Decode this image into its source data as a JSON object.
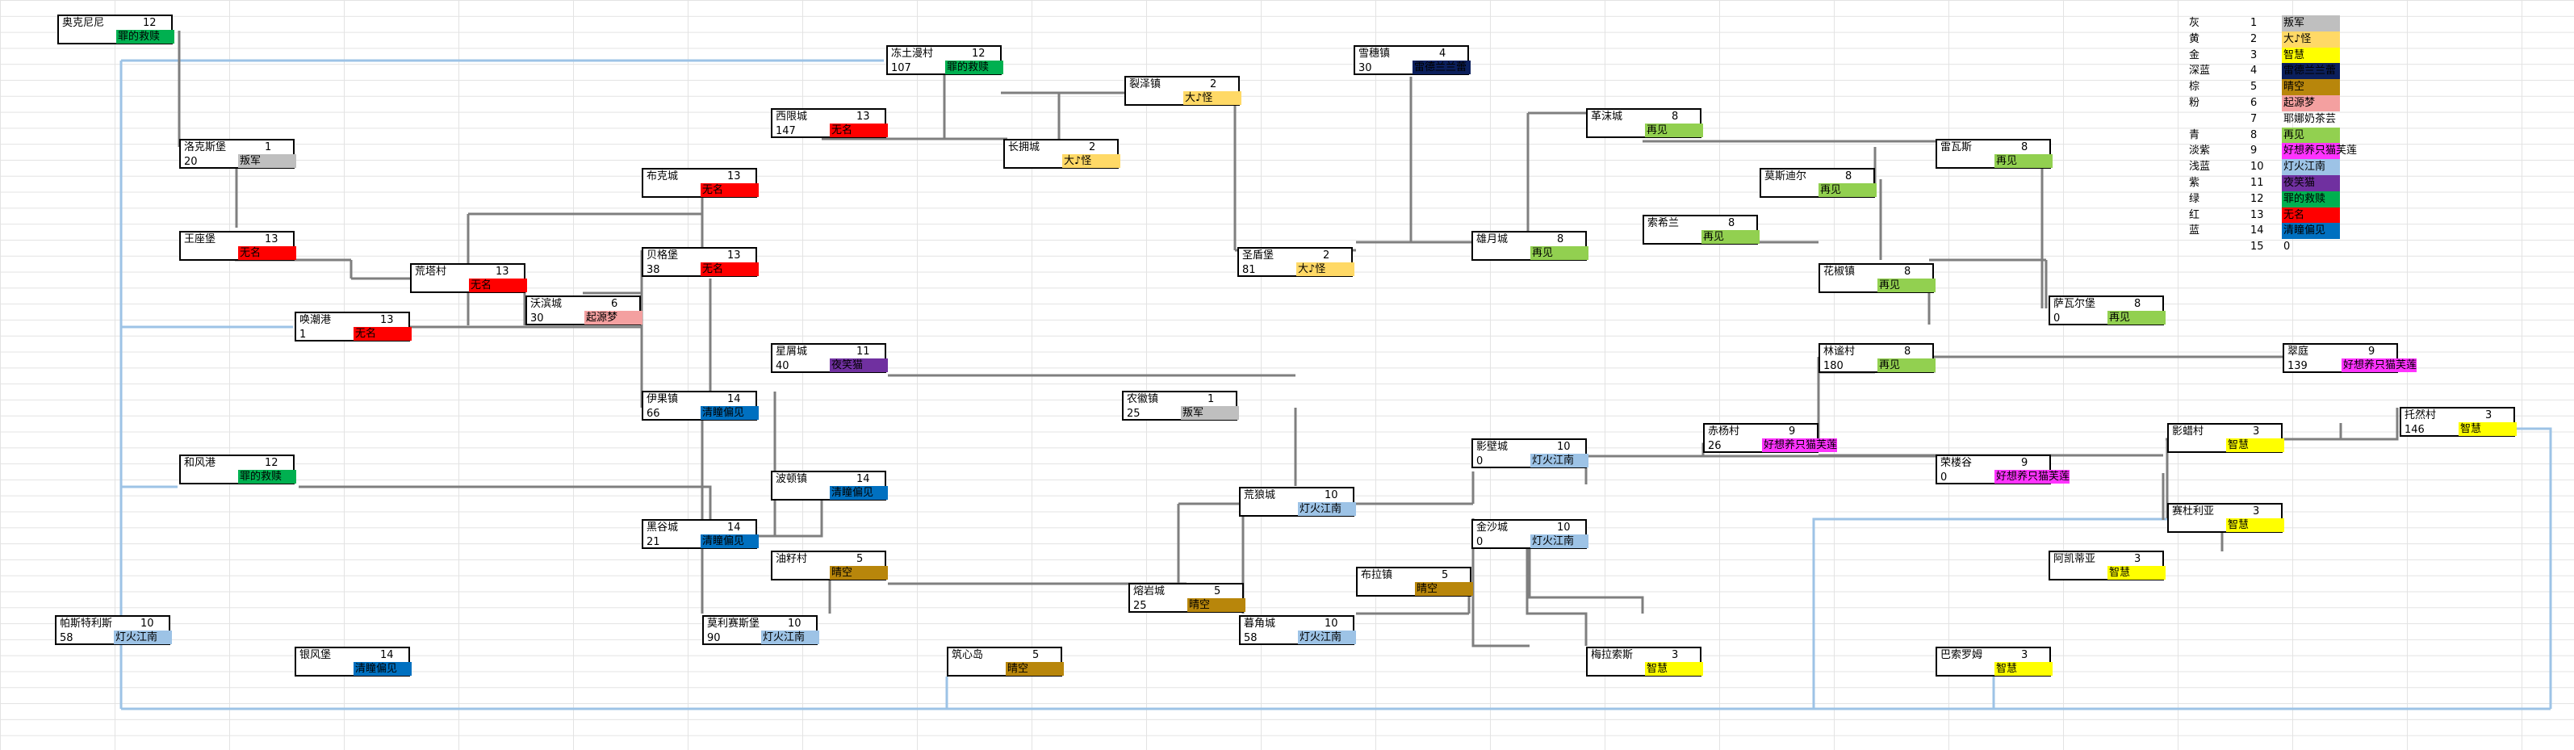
{
  "colors": {
    "gray": "#bfbfbf",
    "yellow_light": "#ffd966",
    "yellow": "#ffff00",
    "navy": "#0b1f5c",
    "gold": "#b8860b",
    "pink": "#f4a0a0",
    "green_light": "#92d050",
    "magenta": "#ff33ff",
    "light_blue": "#9dc3e6",
    "purple": "#7030a0",
    "green": "#00b050",
    "red": "#ff0000",
    "blue": "#0070c0"
  },
  "legend": [
    {
      "color_name": "灰",
      "num": "1",
      "faction": "叛军",
      "bg": "#bfbfbf",
      "fg": "#000"
    },
    {
      "color_name": "黄",
      "num": "2",
      "faction": "大♪怪",
      "bg": "#ffd966",
      "fg": "#000"
    },
    {
      "color_name": "金",
      "num": "3",
      "faction": "智慧",
      "bg": "#ffff00",
      "fg": "#000"
    },
    {
      "color_name": "深蓝",
      "num": "4",
      "faction": "雷德兰兰蕾",
      "bg": "#0b1f5c",
      "fg": "#000"
    },
    {
      "color_name": "棕",
      "num": "5",
      "faction": "晴空",
      "bg": "#b8860b",
      "fg": "#000"
    },
    {
      "color_name": "粉",
      "num": "6",
      "faction": "起源梦",
      "bg": "#f4a0a0",
      "fg": "#000"
    },
    {
      "color_name": "",
      "num": "7",
      "faction": "耶娜奶茶芸",
      "bg": "",
      "fg": "#000"
    },
    {
      "color_name": "青",
      "num": "8",
      "faction": "再见",
      "bg": "#92d050",
      "fg": "#000"
    },
    {
      "color_name": "淡紫",
      "num": "9",
      "faction": "好想养只猫芙莲",
      "bg": "#ff33ff",
      "fg": "#000"
    },
    {
      "color_name": "浅蓝",
      "num": "10",
      "faction": "灯火江南",
      "bg": "#9dc3e6",
      "fg": "#000"
    },
    {
      "color_name": "紫",
      "num": "11",
      "faction": "夜笑猫",
      "bg": "#7030a0",
      "fg": "#000"
    },
    {
      "color_name": "绿",
      "num": "12",
      "faction": "罪的救赎",
      "bg": "#00b050",
      "fg": "#000"
    },
    {
      "color_name": "红",
      "num": "13",
      "faction": "无名",
      "bg": "#ff0000",
      "fg": "#000"
    },
    {
      "color_name": "蓝",
      "num": "14",
      "faction": "清瞳偏见",
      "bg": "#0070c0",
      "fg": "#000"
    },
    {
      "color_name": "",
      "num": "15",
      "faction": "0",
      "bg": "",
      "fg": "#000"
    }
  ],
  "nodes": [
    {
      "name": "奥克尼尼",
      "level": "12",
      "pop": "",
      "faction": "罪的救赎",
      "bg": "#00b050"
    },
    {
      "name": "洛克斯堡",
      "level": "1",
      "pop": "20",
      "faction": "叛军",
      "bg": "#bfbfbf"
    },
    {
      "name": "王座堡",
      "level": "13",
      "pop": "",
      "faction": "无名",
      "bg": "#ff0000"
    },
    {
      "name": "荒塔村",
      "level": "13",
      "pop": "",
      "faction": "无名",
      "bg": "#ff0000"
    },
    {
      "name": "唤潮港",
      "level": "13",
      "pop": "1",
      "faction": "无名",
      "bg": "#ff0000"
    },
    {
      "name": "沃滨城",
      "level": "6",
      "pop": "30",
      "faction": "起源梦",
      "bg": "#f4a0a0"
    },
    {
      "name": "布克城",
      "level": "13",
      "pop": "",
      "faction": "无名",
      "bg": "#ff0000"
    },
    {
      "name": "贝格堡",
      "level": "13",
      "pop": "38",
      "faction": "无名",
      "bg": "#ff0000"
    },
    {
      "name": "西限城",
      "level": "13",
      "pop": "147",
      "faction": "无名",
      "bg": "#ff0000"
    },
    {
      "name": "冻土漫村",
      "level": "12",
      "pop": "107",
      "faction": "罪的救赎",
      "bg": "#00b050"
    },
    {
      "name": "裂泽镇",
      "level": "2",
      "pop": "",
      "faction": "大♪怪",
      "bg": "#ffd966"
    },
    {
      "name": "长拥城",
      "level": "2",
      "pop": "",
      "faction": "大♪怪",
      "bg": "#ffd966"
    },
    {
      "name": "星屑城",
      "level": "11",
      "pop": "40",
      "faction": "夜笑猫",
      "bg": "#7030a0"
    },
    {
      "name": "伊果镇",
      "level": "14",
      "pop": "66",
      "faction": "清瞳偏见",
      "bg": "#0070c0"
    },
    {
      "name": "和风港",
      "level": "12",
      "pop": "",
      "faction": "罪的救赎",
      "bg": "#00b050"
    },
    {
      "name": "波顿镇",
      "level": "14",
      "pop": "",
      "faction": "清瞳偏见",
      "bg": "#0070c0"
    },
    {
      "name": "黑谷城",
      "level": "14",
      "pop": "21",
      "faction": "清瞳偏见",
      "bg": "#0070c0"
    },
    {
      "name": "油籽村",
      "level": "5",
      "pop": "",
      "faction": "晴空",
      "bg": "#b8860b"
    },
    {
      "name": "帕斯特利斯",
      "level": "10",
      "pop": "58",
      "faction": "灯火江南",
      "bg": "#9dc3e6"
    },
    {
      "name": "银风堡",
      "level": "14",
      "pop": "",
      "faction": "清瞳偏见",
      "bg": "#0070c0"
    },
    {
      "name": "莫利赛斯堡",
      "level": "10",
      "pop": "90",
      "faction": "灯火江南",
      "bg": "#9dc3e6"
    },
    {
      "name": "筑心岛",
      "level": "5",
      "pop": "",
      "faction": "晴空",
      "bg": "#b8860b"
    },
    {
      "name": "农徽镇",
      "level": "1",
      "pop": "25",
      "faction": "叛军",
      "bg": "#bfbfbf"
    },
    {
      "name": "荒狼城",
      "level": "10",
      "pop": "",
      "faction": "灯火江南",
      "bg": "#9dc3e6"
    },
    {
      "name": "熔岩城",
      "level": "5",
      "pop": "25",
      "faction": "晴空",
      "bg": "#b8860b"
    },
    {
      "name": "暮角城",
      "level": "10",
      "pop": "58",
      "faction": "灯火江南",
      "bg": "#9dc3e6"
    },
    {
      "name": "雪穗镇",
      "level": "4",
      "pop": "30",
      "faction": "雷德兰兰蕾",
      "bg": "#0b1f5c"
    },
    {
      "name": "圣盾堡",
      "level": "2",
      "pop": "81",
      "faction": "大♪怪",
      "bg": "#ffd966"
    },
    {
      "name": "雄月城",
      "level": "8",
      "pop": "",
      "faction": "再见",
      "bg": "#92d050"
    },
    {
      "name": "影壁城",
      "level": "10",
      "pop": "0",
      "faction": "灯火江南",
      "bg": "#9dc3e6"
    },
    {
      "name": "金沙城",
      "level": "10",
      "pop": "0",
      "faction": "灯火江南",
      "bg": "#9dc3e6"
    },
    {
      "name": "布拉镇",
      "level": "5",
      "pop": "",
      "faction": "晴空",
      "bg": "#b8860b"
    },
    {
      "name": "梅拉索斯",
      "level": "3",
      "pop": "",
      "faction": "智慧",
      "bg": "#ffff00"
    },
    {
      "name": "革沫城",
      "level": "8",
      "pop": "",
      "faction": "再见",
      "bg": "#92d050"
    },
    {
      "name": "索希兰",
      "level": "8",
      "pop": "",
      "faction": "再见",
      "bg": "#92d050"
    },
    {
      "name": "莫斯迪尔",
      "level": "8",
      "pop": "",
      "faction": "再见",
      "bg": "#92d050"
    },
    {
      "name": "雷瓦斯",
      "level": "8",
      "pop": "",
      "faction": "再见",
      "bg": "#92d050"
    },
    {
      "name": "花椒镇",
      "level": "8",
      "pop": "",
      "faction": "再见",
      "bg": "#92d050"
    },
    {
      "name": "萨瓦尔堡",
      "level": "8",
      "pop": "0",
      "faction": "再见",
      "bg": "#92d050"
    },
    {
      "name": "林谧村",
      "level": "8",
      "pop": "180",
      "faction": "再见",
      "bg": "#92d050"
    },
    {
      "name": "赤杨村",
      "level": "9",
      "pop": "26",
      "faction": "好想养只猫芙莲",
      "bg": "#ff33ff"
    },
    {
      "name": "荣楼谷",
      "level": "9",
      "pop": "0",
      "faction": "好想养只猫芙莲",
      "bg": "#ff33ff"
    },
    {
      "name": "翠庭",
      "level": "9",
      "pop": "139",
      "faction": "好想养只猫芙莲",
      "bg": "#ff33ff"
    },
    {
      "name": "托然村",
      "level": "3",
      "pop": "146",
      "faction": "智慧",
      "bg": "#ffff00"
    },
    {
      "name": "影蜡村",
      "level": "3",
      "pop": "",
      "faction": "智慧",
      "bg": "#ffff00"
    },
    {
      "name": "赛杜利亚",
      "level": "3",
      "pop": "",
      "faction": "智慧",
      "bg": "#ffff00"
    },
    {
      "name": "阿凯蒂亚",
      "level": "3",
      "pop": "",
      "faction": "智慧",
      "bg": "#ffff00"
    },
    {
      "name": "巴索罗姆",
      "level": "3",
      "pop": "",
      "faction": "智慧",
      "bg": "#ffff00"
    }
  ]
}
